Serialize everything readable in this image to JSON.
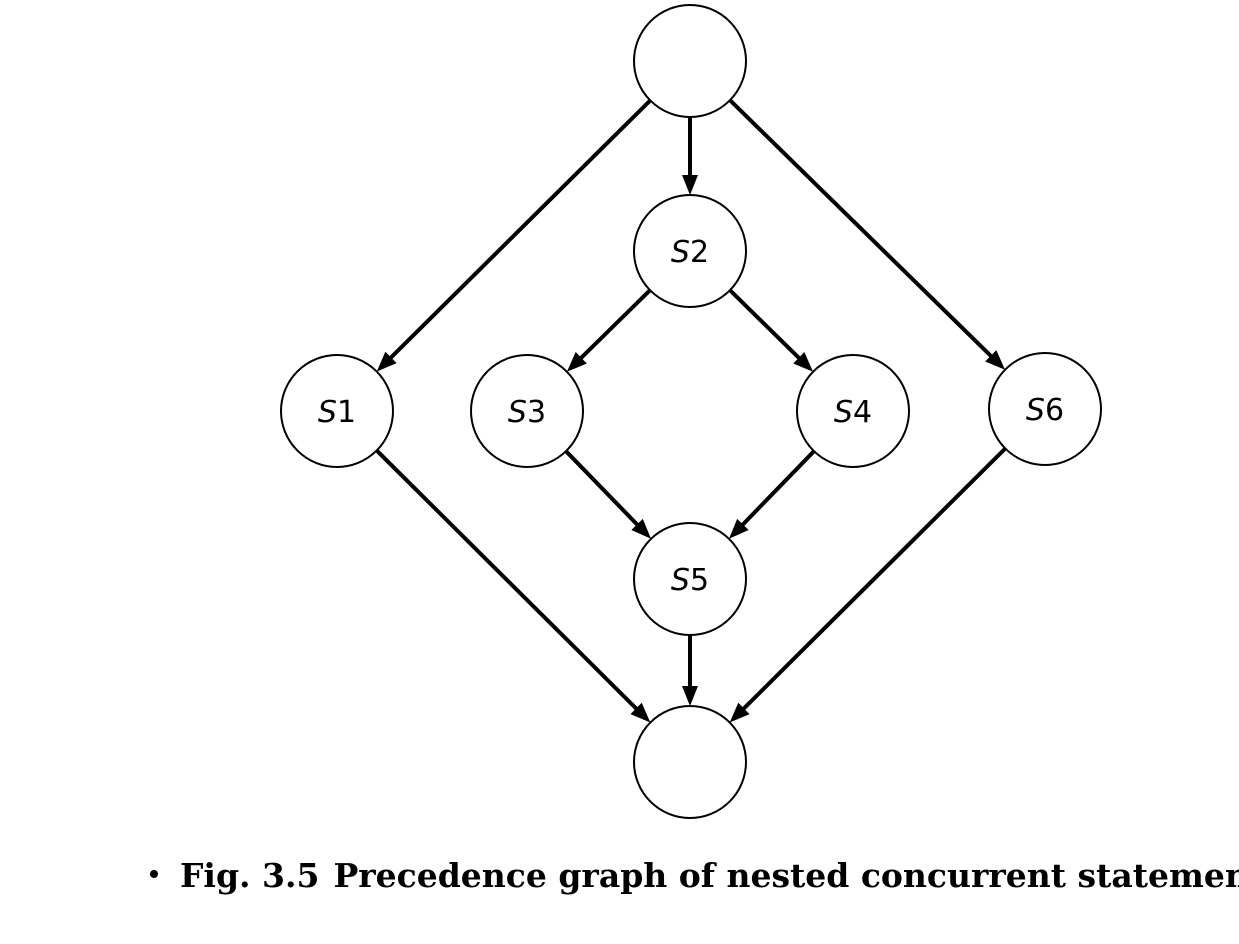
{
  "caption": {
    "figure_number": "Fig. 3.5",
    "text": "Precedence graph of nested concurrent statements."
  },
  "nodes": [
    {
      "id": "start",
      "label_prefix": "",
      "label_number": ""
    },
    {
      "id": "S1",
      "label_prefix": "S",
      "label_number": "1"
    },
    {
      "id": "S2",
      "label_prefix": "S",
      "label_number": "2"
    },
    {
      "id": "S3",
      "label_prefix": "S",
      "label_number": "3"
    },
    {
      "id": "S4",
      "label_prefix": "S",
      "label_number": "4"
    },
    {
      "id": "S5",
      "label_prefix": "S",
      "label_number": "5"
    },
    {
      "id": "S6",
      "label_prefix": "S",
      "label_number": "6"
    },
    {
      "id": "end",
      "label_prefix": "",
      "label_number": ""
    }
  ],
  "edges": [
    {
      "from": "start",
      "to": "S1"
    },
    {
      "from": "start",
      "to": "S2"
    },
    {
      "from": "start",
      "to": "S6"
    },
    {
      "from": "S2",
      "to": "S3"
    },
    {
      "from": "S2",
      "to": "S4"
    },
    {
      "from": "S3",
      "to": "S5"
    },
    {
      "from": "S4",
      "to": "S5"
    },
    {
      "from": "S1",
      "to": "end"
    },
    {
      "from": "S5",
      "to": "end"
    },
    {
      "from": "S6",
      "to": "end"
    }
  ]
}
